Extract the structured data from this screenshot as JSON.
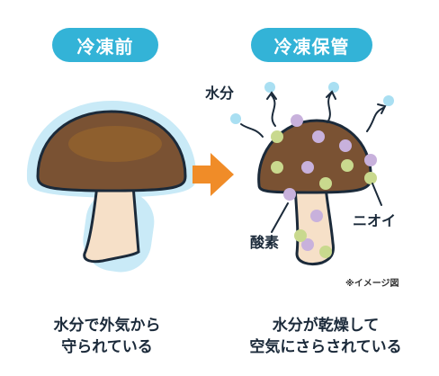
{
  "left_panel": {
    "title": "冷凍前",
    "caption_line1": "水分で外気から",
    "caption_line2": "守られている"
  },
  "right_panel": {
    "title": "冷凍保管",
    "label_water": "水分",
    "label_oxygen": "酸素",
    "label_odor": "ニオイ",
    "note": "※イメージ図",
    "caption_line1": "水分が乾燥して",
    "caption_line2": "空気にさらされている"
  },
  "colors": {
    "title_pill": "#33b3d7",
    "arrow": "#f08c28",
    "cap_brown": "#7a5233",
    "cap_spot": "#8e5f2e",
    "stem_cream": "#f6e0c8",
    "halo_blue": "#c9eaf7",
    "oxygen_dot": "#c8b1dc",
    "odor_dot": "#c9d98e",
    "vapor_dot": "#a9dff2"
  }
}
